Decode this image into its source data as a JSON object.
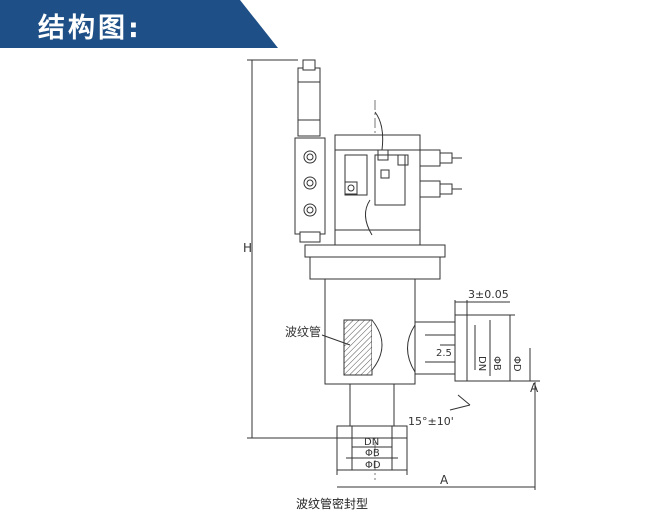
{
  "header": {
    "title": "结构图:",
    "color": "#1e4f86",
    "accent": "#ffffff"
  },
  "labels": {
    "bellows": "波纹管",
    "height": "H",
    "width_bottom": "A",
    "width_side": "A",
    "gap": "3±0.05",
    "side_dn": "DN",
    "side_b": "ΦB",
    "side_d": "ΦD",
    "side_offset": "2.5",
    "bottom_dn": "DN",
    "bottom_b": "ΦB",
    "bottom_d": "ΦD",
    "angle": "15°±10'"
  },
  "caption": "波纹管密封型"
}
